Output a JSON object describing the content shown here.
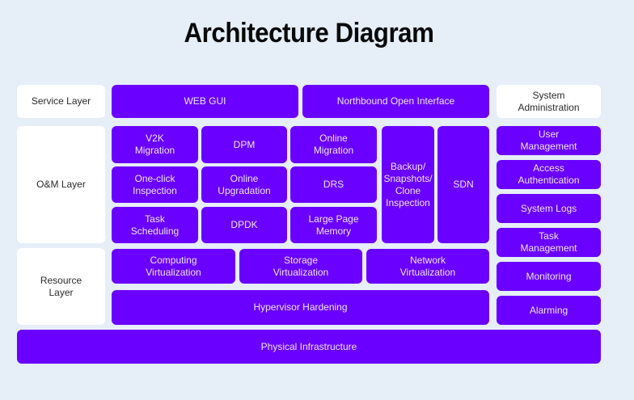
{
  "title": "Architecture Diagram",
  "colors": {
    "background": "#e6eef8",
    "accent": "#6a00ff",
    "layer_label_bg": "#ffffff"
  },
  "layers": {
    "service": "Service Layer",
    "om": "O&M Layer",
    "resource": "Resource\nLayer"
  },
  "service": {
    "web_gui": "WEB GUI",
    "northbound": "Northbound Open Interface"
  },
  "om": {
    "v2k": "V2K\nMigration",
    "dpm": "DPM",
    "online_migration": "Online\nMigration",
    "one_click": "One-click\nInspection",
    "online_upgradation": "Online\nUpgradation",
    "drs": "DRS",
    "task_scheduling": "Task\nScheduling",
    "dpdk": "DPDK",
    "large_page": "Large Page\nMemory",
    "backup": "Backup/\nSnapshots/\nClone\nInspection",
    "sdn": "SDN"
  },
  "resource": {
    "computing": "Computing\nVirtualization",
    "storage": "Storage\nVirtualization",
    "network": "Network\nVirtualization",
    "hypervisor": "Hypervisor Hardening"
  },
  "physical": "Physical Infrastructure",
  "sysadmin": {
    "header": "System\nAdministration",
    "items": [
      "User\nManagement",
      "Access\nAuthentication",
      "System Logs",
      "Task\nManagement",
      "Monitoring",
      "Alarming"
    ]
  }
}
